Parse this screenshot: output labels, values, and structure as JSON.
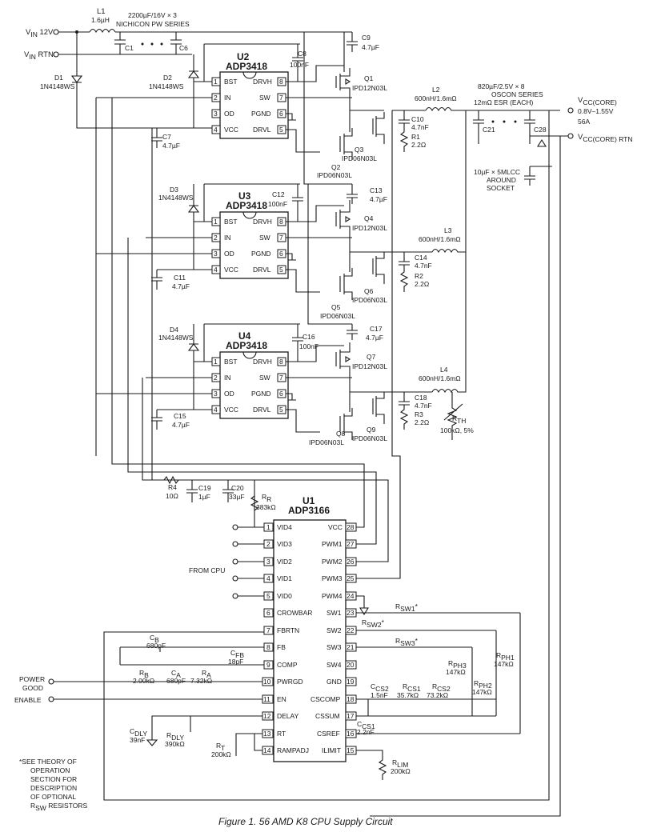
{
  "caption": "Figure 1. 56 AMD K8 CPU Supply Circuit",
  "inputs": {
    "vin": "V",
    "vin_sub": "IN",
    "vin_val": " 12V",
    "rtn": "V",
    "rtn_sub": "IN",
    "rtn_val": " RTN"
  },
  "input_filter": {
    "l1": "L1",
    "l1_val": "1.6µH",
    "bulk": "2200µF/16V × 3",
    "bulk_series": "NICHICON PW SERIES",
    "c1": "C1",
    "c6": "C6"
  },
  "drivers": [
    {
      "name": "U2",
      "part": "ADP3418",
      "diode": "D2",
      "diode_part": "1N4148WS",
      "boot_cap": "C8",
      "boot_val": "100nF",
      "vcc_cap": "C7",
      "vcc_val": "4.7µF",
      "in_cap": "C9",
      "in_cap_val": "4.7µF",
      "q_hi": "Q1",
      "q_hi_part": "IPD12N03L",
      "q_lo_a": "Q2",
      "q_lo_b": "Q3",
      "q_lo_part": "IPD06N03L",
      "snub_c": "C10",
      "snub_c_val": "4.7nF",
      "snub_r": "R1",
      "snub_r_val": "2.2Ω",
      "ind": "L2",
      "ind_val": "600nH/1.6mΩ"
    },
    {
      "name": "U3",
      "part": "ADP3418",
      "diode": "D3",
      "diode_part": "1N4148WS",
      "boot_cap": "C12",
      "boot_val": "100nF",
      "vcc_cap": "C11",
      "vcc_val": "4.7µF",
      "in_cap": "C13",
      "in_cap_val": "4.7µF",
      "q_hi": "Q4",
      "q_hi_part": "IPD12N03L",
      "q_lo_a": "Q5",
      "q_lo_b": "Q6",
      "q_lo_part": "IPD06N03L",
      "snub_c": "C14",
      "snub_c_val": "4.7nF",
      "snub_r": "R2",
      "snub_r_val": "2.2Ω",
      "ind": "L3",
      "ind_val": "600nH/1.6mΩ"
    },
    {
      "name": "U4",
      "part": "ADP3418",
      "diode": "D4",
      "diode_part": "1N4148WS",
      "boot_cap": "C16",
      "boot_val": "100nF",
      "vcc_cap": "C15",
      "vcc_val": "4.7µF",
      "in_cap": "C17",
      "in_cap_val": "4.7µF",
      "q_hi": "Q7",
      "q_hi_part": "IPD12N03L",
      "q_lo_a": "Q8",
      "q_lo_b": "Q9",
      "q_lo_part": "IPD06N03L",
      "snub_c": "C18",
      "snub_c_val": "4.7nF",
      "snub_r": "R3",
      "snub_r_val": "2.2Ω",
      "ind": "L4",
      "ind_val": "600nH/1.6mΩ"
    }
  ],
  "driver_pins_left": [
    {
      "num": "1",
      "name": "BST"
    },
    {
      "num": "2",
      "name": "IN"
    },
    {
      "num": "3",
      "name": "OD"
    },
    {
      "num": "4",
      "name": "VCC"
    }
  ],
  "driver_pins_right": [
    {
      "num": "8",
      "name": "DRVH"
    },
    {
      "num": "7",
      "name": "SW"
    },
    {
      "num": "6",
      "name": "PGND"
    },
    {
      "num": "5",
      "name": "DRVL"
    }
  ],
  "d1": {
    "name": "D1",
    "part": "1N4148WS"
  },
  "output": {
    "bulk": "820µF/2.5V × 8",
    "bulk_series": "OSCON SERIES",
    "esr": "12mΩ ESR (EACH)",
    "c21": "C21",
    "c28": "C28",
    "mlcc_1": "10µF × 5MLCC",
    "mlcc_2": "AROUND",
    "mlcc_3": "SOCKET",
    "vcc": "V",
    "vcc_sub": "CC(CORE)",
    "vcc_range": "0.8V–1.55V",
    "vcc_current": "56A",
    "vcc_rtn_sub": "CC(CORE) RTN"
  },
  "thermistor": {
    "name": "R",
    "sub": "TH",
    "val": "100kΩ, 5%"
  },
  "controller": {
    "name": "U1",
    "part": "ADP3166",
    "pins_left": [
      {
        "num": "1",
        "name": "VID4"
      },
      {
        "num": "2",
        "name": "VID3"
      },
      {
        "num": "3",
        "name": "VID2"
      },
      {
        "num": "4",
        "name": "VID1"
      },
      {
        "num": "5",
        "name": "VID0"
      },
      {
        "num": "6",
        "name": "CROWBAR"
      },
      {
        "num": "7",
        "name": "FBRTN"
      },
      {
        "num": "8",
        "name": "FB"
      },
      {
        "num": "9",
        "name": "COMP"
      },
      {
        "num": "10",
        "name": "PWRGD"
      },
      {
        "num": "11",
        "name": "EN"
      },
      {
        "num": "12",
        "name": "DELAY"
      },
      {
        "num": "13",
        "name": "RT"
      },
      {
        "num": "14",
        "name": "RAMPADJ"
      }
    ],
    "pins_right": [
      {
        "num": "28",
        "name": "VCC"
      },
      {
        "num": "27",
        "name": "PWM1"
      },
      {
        "num": "26",
        "name": "PWM2"
      },
      {
        "num": "25",
        "name": "PWM3"
      },
      {
        "num": "24",
        "name": "PWM4"
      },
      {
        "num": "23",
        "name": "SW1"
      },
      {
        "num": "22",
        "name": "SW2"
      },
      {
        "num": "21",
        "name": "SW3"
      },
      {
        "num": "20",
        "name": "SW4"
      },
      {
        "num": "19",
        "name": "GND"
      },
      {
        "num": "18",
        "name": "CSCOMP"
      },
      {
        "num": "17",
        "name": "CSSUM"
      },
      {
        "num": "16",
        "name": "CSREF"
      },
      {
        "num": "15",
        "name": "ILIMIT"
      }
    ]
  },
  "controller_parts": {
    "r4": "R4",
    "r4_val": "10Ω",
    "c19": "C19",
    "c19_val": "1µF",
    "c20": "C20",
    "c20_val": "33µF",
    "rr": "R",
    "rr_sub": "R",
    "rr_val": "383kΩ",
    "cb": "C",
    "cb_sub": "B",
    "cb_val": "680pF",
    "cfb": "C",
    "cfb_sub": "FB",
    "cfb_val": "18pF",
    "rb": "R",
    "rb_sub": "B",
    "rb_val": "2.00kΩ",
    "ca": "C",
    "ca_sub": "A",
    "ca_val": "680pF",
    "ra": "R",
    "ra_sub": "A",
    "ra_val": "7.32kΩ",
    "cdly": "C",
    "cdly_sub": "DLY",
    "cdly_val": "39nF",
    "rdly": "R",
    "rdly_sub": "DLY",
    "rdly_val": "390kΩ",
    "rt": "R",
    "rt_sub": "T",
    "rt_val": "200kΩ",
    "rsw1": "R",
    "rsw1_sub": "SW1",
    "rsw1_star": "*",
    "rsw2": "R",
    "rsw2_sub": "SW2",
    "rsw2_star": "*",
    "rsw3": "R",
    "rsw3_sub": "SW3",
    "rsw3_star": "*",
    "ccs2": "C",
    "ccs2_sub": "CS2",
    "ccs2_val": "1.5nF",
    "rcs1": "R",
    "rcs1_sub": "CS1",
    "rcs1_val": "35.7kΩ",
    "rcs2": "R",
    "rcs2_sub": "CS2",
    "rcs2_val": "73.2kΩ",
    "ccs1": "C",
    "ccs1_sub": "CS1",
    "ccs1_val": "2.2nF",
    "rph3": "R",
    "rph3_sub": "PH3",
    "rph3_val": "147kΩ",
    "rph2": "R",
    "rph2_sub": "PH2",
    "rph2_val": "147kΩ",
    "rph1": "R",
    "rph1_sub": "PH1",
    "rph1_val": "147kΩ",
    "rlim": "R",
    "rlim_sub": "LIM",
    "rlim_val": "200kΩ"
  },
  "signals": {
    "from_cpu": "FROM CPU",
    "power": "POWER",
    "good": "GOOD",
    "enable": "ENABLE"
  },
  "footnote": [
    "*SEE THEORY OF",
    "OPERATION",
    "SECTION FOR",
    "DESCRIPTION",
    "OF OPTIONAL",
    "R",
    "SW",
    " RESISTORS"
  ]
}
